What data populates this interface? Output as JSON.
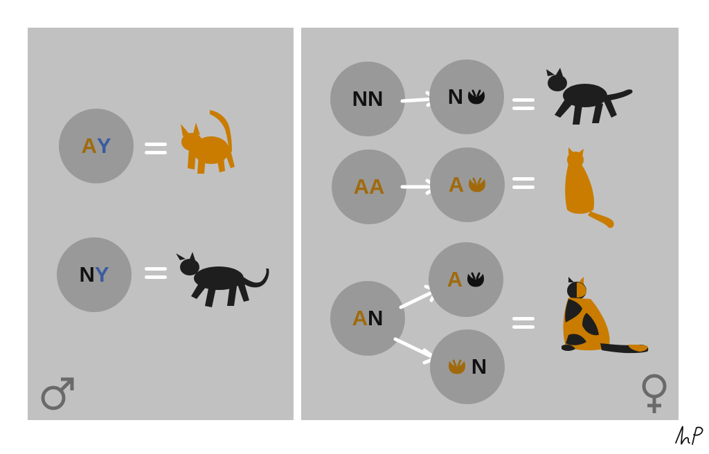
{
  "colors": {
    "background": "#ffffff",
    "panel": "#c1c1c1",
    "circle": "#999999",
    "orange_allele": "#a06a0c",
    "black_allele": "#111111",
    "y_chromosome": "#3a5ba0",
    "orange_cat": "#c97c00",
    "black_cat": "#1e1e1e",
    "equals": "#ffffff",
    "symbol": "#6a6a6a"
  },
  "male": {
    "symbol_icon": "male-symbol-icon",
    "rows": [
      {
        "allele_1": "A",
        "allele_2": "Y",
        "cat_icon": "orange-cat-icon"
      },
      {
        "allele_1": "N",
        "allele_2": "Y",
        "cat_icon": "black-cat-icon"
      }
    ]
  },
  "female": {
    "symbol_icon": "female-symbol-icon",
    "rows": [
      {
        "genotype": [
          "N",
          "N"
        ],
        "active": "N",
        "cat_icon": "black-cat-icon"
      },
      {
        "genotype": [
          "A",
          "A"
        ],
        "active": "A",
        "cat_icon": "orange-cat-icon"
      },
      {
        "genotype": [
          "A",
          "N"
        ],
        "active_1": "A",
        "active_2": "N",
        "cat_icon": "calico-cat-icon"
      }
    ]
  },
  "signature": "hP"
}
